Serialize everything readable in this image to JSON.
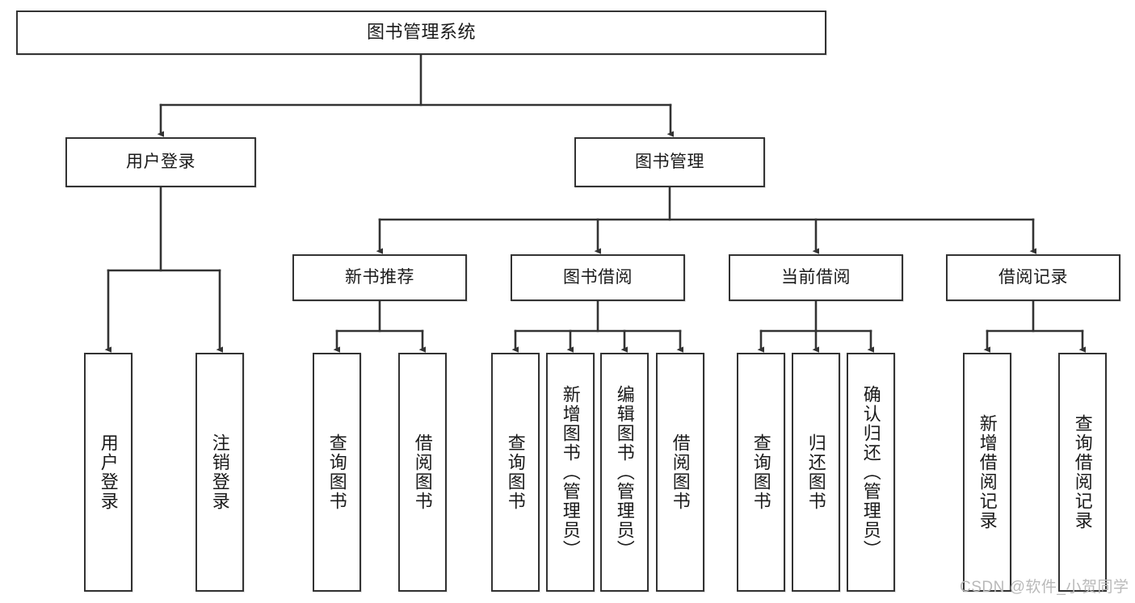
{
  "diagram": {
    "type": "tree-hierarchy",
    "title": "图书管理系统",
    "root": {
      "id": "root",
      "label": "图书管理系统"
    },
    "level1": [
      {
        "id": "user-login",
        "label": "用户登录"
      },
      {
        "id": "book-manage",
        "label": "图书管理"
      }
    ],
    "level2": [
      {
        "id": "new-book-rec",
        "label": "新书推荐",
        "parent": "book-manage"
      },
      {
        "id": "book-borrow",
        "label": "图书借阅",
        "parent": "book-manage"
      },
      {
        "id": "current-borrow",
        "label": "当前借阅",
        "parent": "book-manage"
      },
      {
        "id": "borrow-record",
        "label": "借阅记录",
        "parent": "book-manage"
      }
    ],
    "leaves": [
      {
        "id": "leaf-user-login",
        "label": "用户登录",
        "parent": "user-login"
      },
      {
        "id": "leaf-user-logout",
        "label": "注销登录",
        "parent": "user-login"
      },
      {
        "id": "leaf-rec-query",
        "label": "查询图书",
        "parent": "new-book-rec"
      },
      {
        "id": "leaf-rec-borrow",
        "label": "借阅图书",
        "parent": "new-book-rec"
      },
      {
        "id": "leaf-borrow-query",
        "label": "查询图书",
        "parent": "book-borrow"
      },
      {
        "id": "leaf-borrow-add",
        "label": "新增图书（管理员）",
        "parent": "book-borrow"
      },
      {
        "id": "leaf-borrow-edit",
        "label": "编辑图书（管理员）",
        "parent": "book-borrow"
      },
      {
        "id": "leaf-borrow-lend",
        "label": "借阅图书",
        "parent": "book-borrow"
      },
      {
        "id": "leaf-cur-query",
        "label": "查询图书",
        "parent": "current-borrow"
      },
      {
        "id": "leaf-cur-return",
        "label": "归还图书",
        "parent": "current-borrow"
      },
      {
        "id": "leaf-cur-confirm",
        "label": "确认归还（管理员）",
        "parent": "current-borrow"
      },
      {
        "id": "leaf-rec-add",
        "label": "新增借阅记录",
        "parent": "borrow-record"
      },
      {
        "id": "leaf-rec-search",
        "label": "查询借阅记录",
        "parent": "borrow-record"
      }
    ],
    "colors": {
      "stroke": "#333333",
      "fill": "#ffffff",
      "text": "#1a1a1a",
      "watermark": "#b9b9b9"
    }
  },
  "watermark": {
    "text": "CSDN @软件_小贺同学"
  }
}
